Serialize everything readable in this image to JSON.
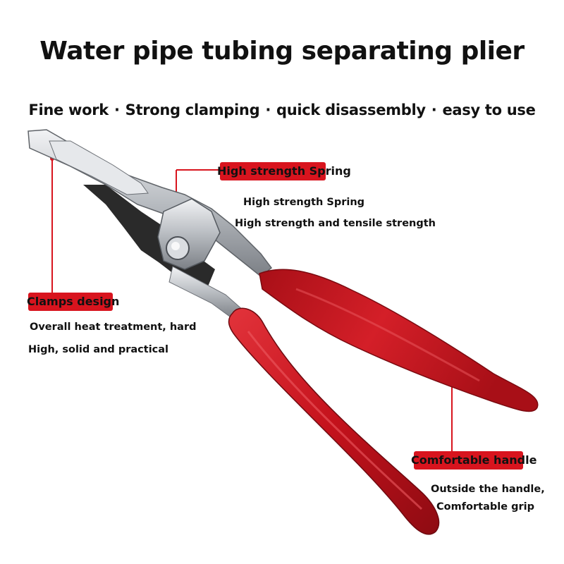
{
  "title": "Water pipe tubing separating plier",
  "features": [
    "Fine work",
    "Strong clamping",
    "quick disassembly",
    "easy to use"
  ],
  "separator": "·",
  "callouts": {
    "spring": {
      "label": "High strength Spring",
      "lines": [
        "High strength Spring",
        "High strength and tensile strength"
      ]
    },
    "clamps": {
      "label": "Clamps design",
      "lines": [
        "Overall heat treatment, hard",
        "High, solid and practical"
      ]
    },
    "handle": {
      "label": "Comfortable handle",
      "lines": [
        "Outside the handle,",
        "Comfortable grip"
      ]
    }
  },
  "colors": {
    "accent": "#d8141e",
    "handle": "#c4121c",
    "metal": "#c9ccd0",
    "jaw": "#2a2a2a"
  },
  "icons": [
    "pliers-illustration"
  ]
}
